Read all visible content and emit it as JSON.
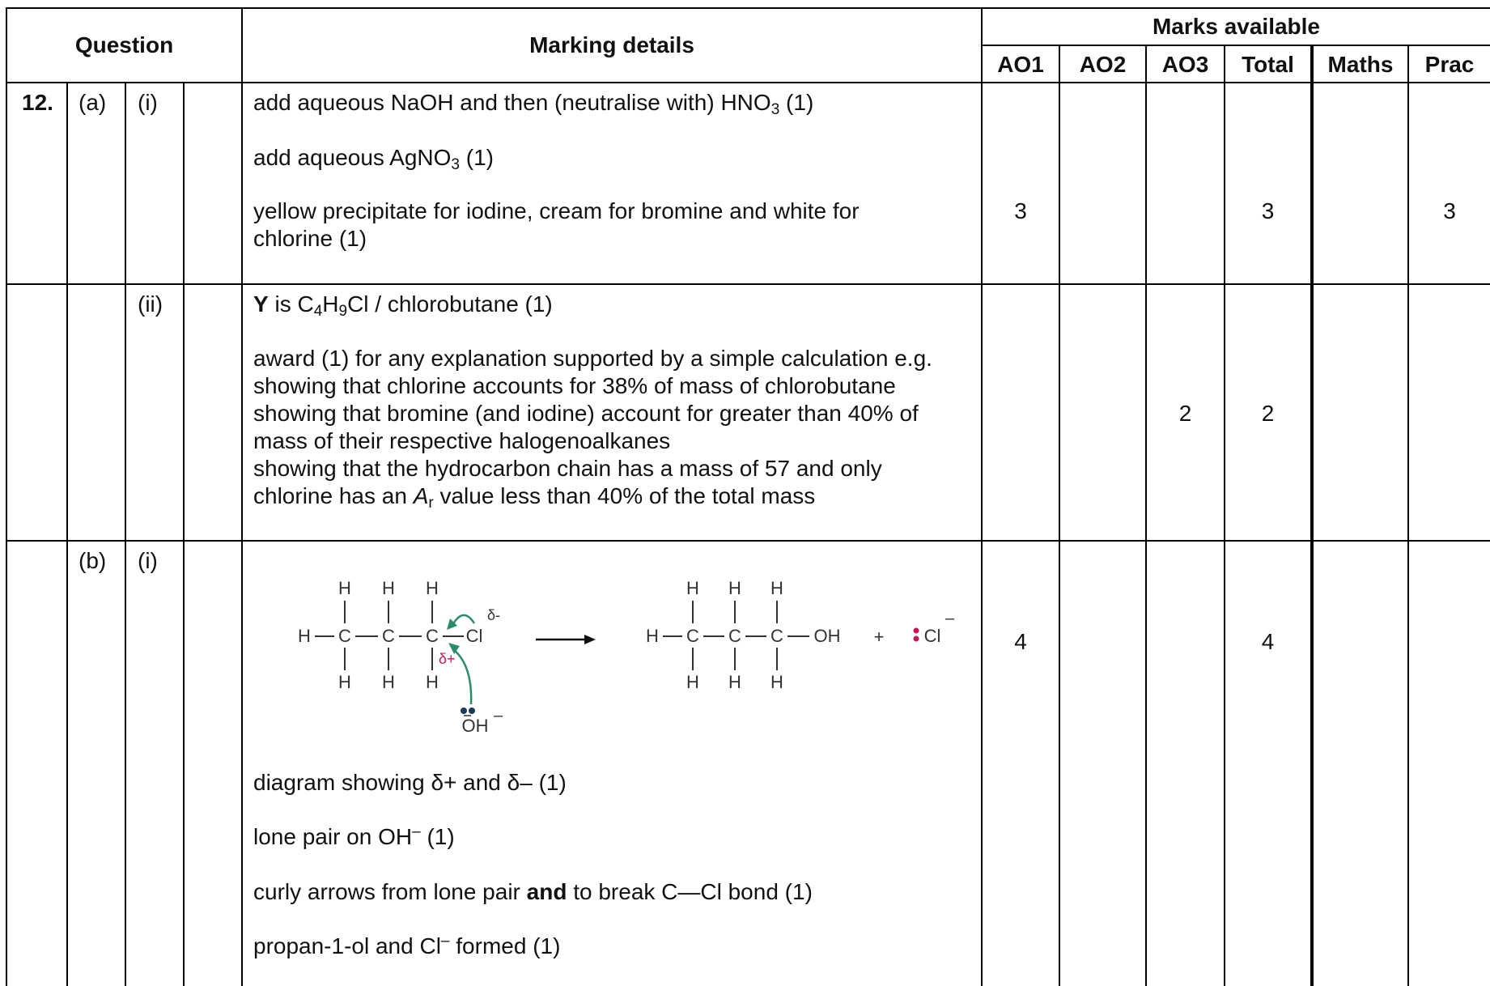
{
  "header": {
    "question": "Question",
    "marking_details": "Marking details",
    "marks_available": "Marks available",
    "columns": [
      "AO1",
      "AO2",
      "AO3",
      "Total",
      "Maths",
      "Prac"
    ]
  },
  "rows": [
    {
      "question_number": "12.",
      "part": "(a)",
      "subpart": "(i)",
      "lines": [
        {
          "pre": "add aqueous NaOH and then (neutralise with) HNO",
          "sub": "3",
          "post": " (1)"
        },
        {
          "pre": "add aqueous AgNO",
          "sub": "3",
          "post": " (1)"
        },
        {
          "line1": "yellow precipitate for iodine, cream for bromine and white for",
          "line2": "chlorine (1)"
        }
      ],
      "marks": {
        "ao1": "3",
        "ao2": "",
        "ao3": "",
        "total": "3",
        "maths": "",
        "prac": "3"
      }
    },
    {
      "question_number": "",
      "part": "",
      "subpart": "(ii)",
      "y_line": {
        "bold": "Y",
        "text1": " is C",
        "s1": "4",
        "text2": "H",
        "s2": "9",
        "text3": "Cl / chlorobutane (1)"
      },
      "explanation": [
        "award (1) for any explanation supported by a simple calculation e.g.",
        "showing that chlorine accounts for 38% of mass of chlorobutane",
        "showing that bromine (and iodine) account for greater than 40% of",
        "mass of their respective halogenoalkanes",
        "showing that the hydrocarbon chain has a mass of 57 and only"
      ],
      "ar_line": {
        "pre": "chlorine has an ",
        "italic": "A",
        "sub": "r",
        "post": " value less than 40% of the total mass"
      },
      "marks": {
        "ao1": "",
        "ao2": "",
        "ao3": "2",
        "total": "2",
        "maths": "",
        "prac": ""
      }
    },
    {
      "question_number": "",
      "part": "(b)",
      "subpart": "(i)",
      "mechanism": {
        "h": "H",
        "c": "C",
        "cl": "Cl",
        "oh": "OH",
        "delta_plus": "δ+",
        "delta_minus": "δ-",
        "plus": "+",
        "minus": "–"
      },
      "delta_line": "diagram showing δ+ and δ–  (1)",
      "lone_pair": {
        "pre": "lone pair on OH",
        "sup": "–",
        "post": " (1)"
      },
      "curly": {
        "pre": "curly arrows from lone pair ",
        "bold": "and",
        "post": " to break C—Cl bond (1)"
      },
      "product": {
        "pre": "propan-1-ol and Cl",
        "sup": "–",
        "post": " formed (1)"
      },
      "marks": {
        "ao1": "4",
        "ao2": "",
        "ao3": "",
        "total": "4",
        "maths": "",
        "prac": ""
      },
      "colors": {
        "arrow": "#2e8b6e",
        "charge": "#c2185b",
        "lone_pair": "#1a3a5a"
      }
    }
  ]
}
